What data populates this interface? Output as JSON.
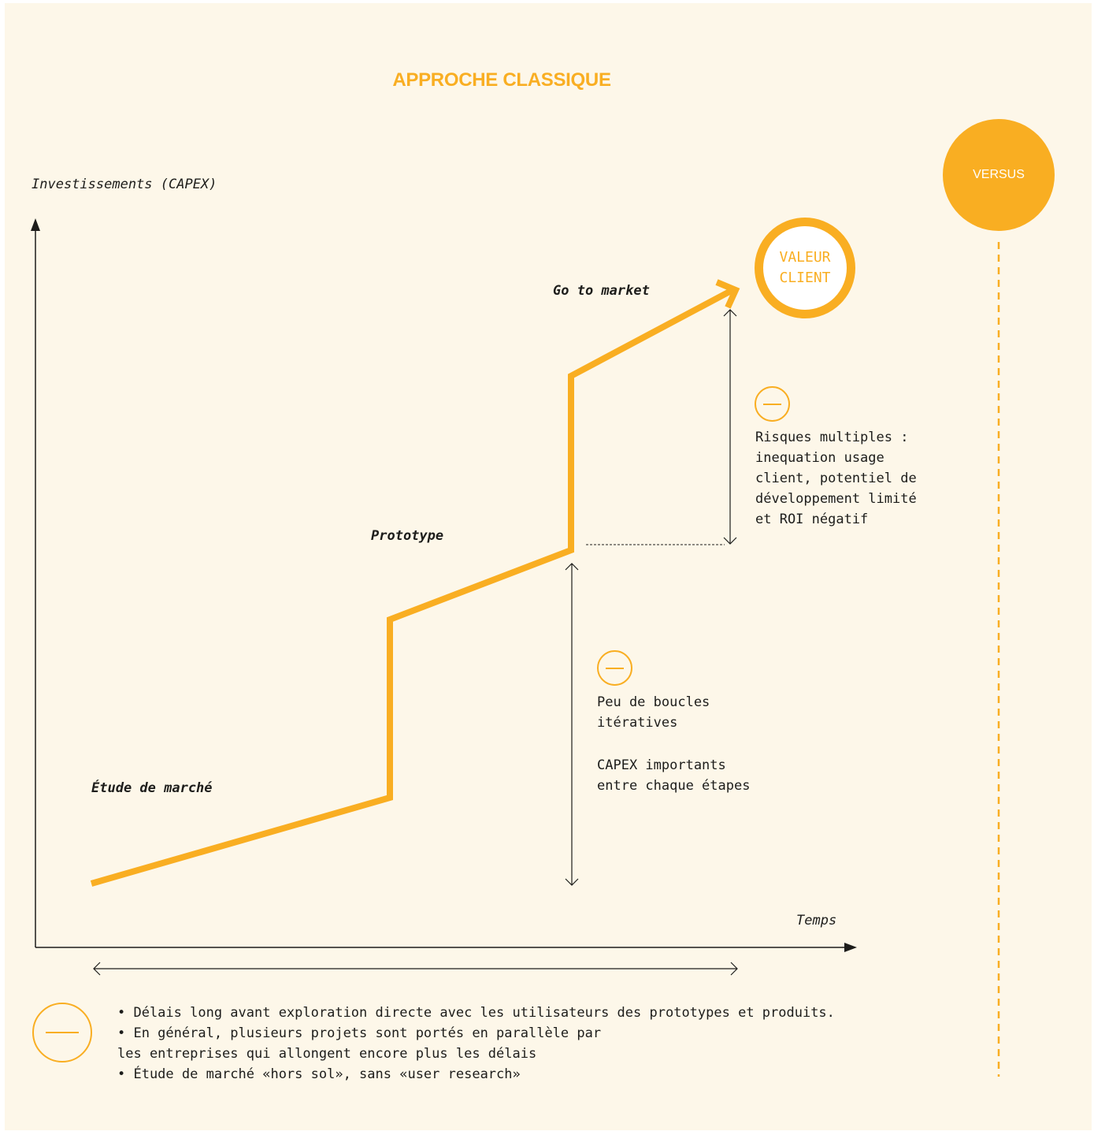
{
  "title": "APPROCHE CLASSIQUE",
  "axes": {
    "y_label": "Investissements (CAPEX)",
    "x_label": "Temps"
  },
  "stages": {
    "etude": "Étude de marché",
    "prototype": "Prototype",
    "go_to_market": "Go to market"
  },
  "valeur_client": "VALEUR\nCLIENT",
  "versus": "VERSUS",
  "risks_note": {
    "lines": [
      "Risques multiples :",
      "inequation usage",
      "client, potentiel de",
      "développement limité",
      "et ROI négatif"
    ]
  },
  "capex_note": {
    "lines": [
      "Peu de boucles",
      "itératives",
      "",
      "CAPEX importants",
      "entre chaque étapes"
    ]
  },
  "bottom_notes": {
    "lines": [
      "• Délais long avant exploration directe avec les utilisateurs des prototypes et produits.",
      "• En général, plusieurs projets sont portés en parallèle par",
      "les entreprises qui allongent encore plus les délais",
      "• Étude de marché «hors sol», sans «user research»"
    ]
  },
  "icons": {
    "minus_circle": "minus-circle-icon"
  },
  "colors": {
    "accent": "#f9ae22",
    "background": "#fdf7e9",
    "ink": "#1d1d1b"
  }
}
